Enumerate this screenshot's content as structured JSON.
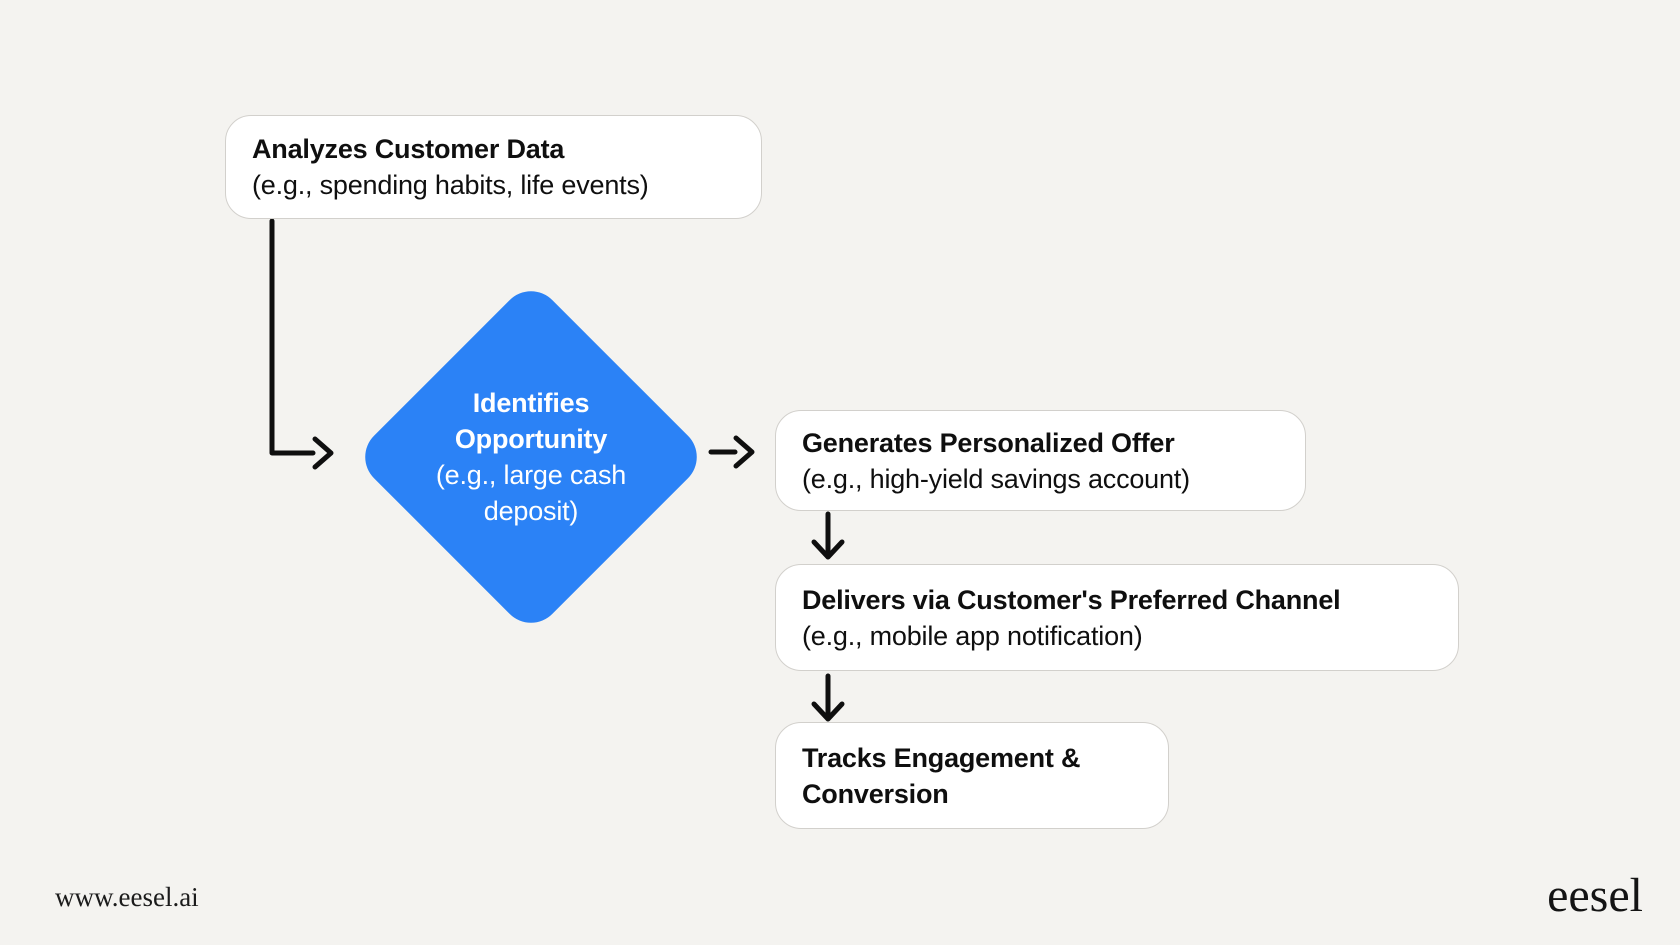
{
  "theme": {
    "bg": "#f4f3f0",
    "node-bg": "#ffffff",
    "node-border": "#d2d0cc",
    "accent": "#2b82f6",
    "ink": "#0f0f0f"
  },
  "flowchart": {
    "nodes": [
      {
        "id": "analyze",
        "shape": "rounded-rect",
        "title": "Analyzes Customer Data",
        "subtitle": "(e.g., spending habits, life events)"
      },
      {
        "id": "identify",
        "shape": "diamond",
        "color": "#2b82f6",
        "title": "Identifies Opportunity",
        "subtitle": "(e.g., large cash deposit)"
      },
      {
        "id": "generate",
        "shape": "rounded-rect",
        "title": "Generates Personalized Offer",
        "subtitle": "(e.g., high-yield savings account)"
      },
      {
        "id": "deliver",
        "shape": "rounded-rect",
        "title": "Delivers via Customer's Preferred Channel",
        "subtitle": "(e.g., mobile app notification)"
      },
      {
        "id": "track",
        "shape": "rounded-rect",
        "title": "Tracks Engagement & Conversion",
        "subtitle": ""
      }
    ],
    "edges": [
      {
        "from": "analyze",
        "to": "identify"
      },
      {
        "from": "identify",
        "to": "generate"
      },
      {
        "from": "generate",
        "to": "deliver"
      },
      {
        "from": "deliver",
        "to": "track"
      }
    ]
  },
  "footer": {
    "url": "www.eesel.ai",
    "brand": "eesel"
  }
}
